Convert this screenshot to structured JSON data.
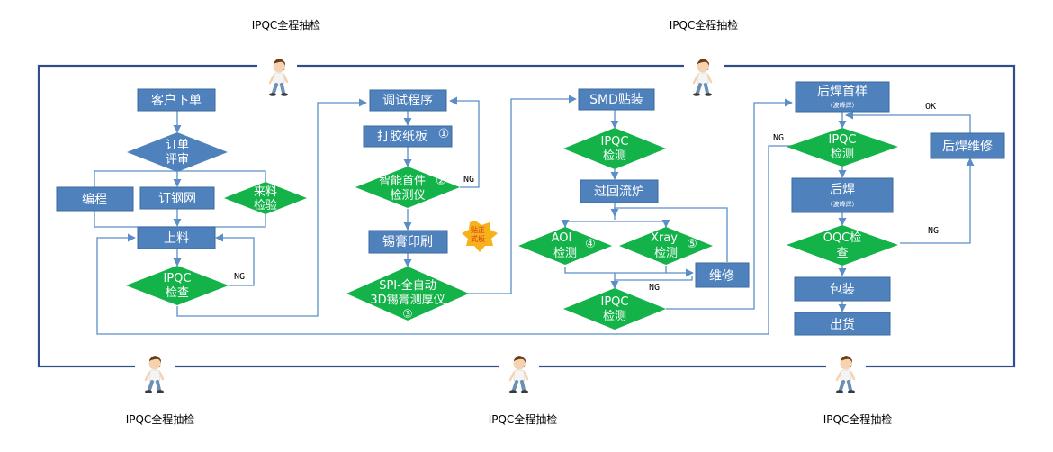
{
  "colors": {
    "box": "#4f81bd",
    "decision": "#14b34a",
    "line": "#5b8ec7",
    "frame": "#2f4e8a",
    "star": "#f7b21b"
  },
  "inspectors": {
    "top_left": "IPQC全程抽检",
    "top_right": "IPQC全程抽检",
    "bottom_left": "IPQC全程抽检",
    "bottom_center": "IPQC全程抽检",
    "bottom_right": "IPQC全程抽检"
  },
  "col1": {
    "order": "客户下单",
    "review_l1": "订单",
    "review_l2": "评审",
    "programming": "编程",
    "stencil": "订钢网",
    "incoming_l1": "来料",
    "incoming_l2": "检验",
    "loading": "上料",
    "ipqc_l1": "IPQC",
    "ipqc_l2": "检查",
    "ng": "NG"
  },
  "col2": {
    "debug": "调试程序",
    "paper": "打胶纸板",
    "paper_num": "①",
    "first_l1": "智能首件",
    "first_num": "②",
    "first_l2": "检测仪",
    "ng": "NG",
    "print": "锡膏印刷",
    "star_l1": "贴正",
    "star_l2": "式板",
    "spi_l1": "SPI-全自动",
    "spi_l2": "3D锡膏测厚仪",
    "spi_num": "③"
  },
  "col3": {
    "smd": "SMD贴装",
    "ipqc_l1": "IPQC",
    "ipqc_l2": "检测",
    "reflow": "过回流炉",
    "aoi_l1": "AOI",
    "aoi_num": "④",
    "aoi_l2": "检测",
    "xray_l1": "Xray",
    "xray_num": "⑤",
    "xray_l2": "检测",
    "repair": "维修",
    "ng": "NG",
    "ipqc2_l1": "IPQC",
    "ipqc2_l2": "检测"
  },
  "col4": {
    "first_sample": "后焊首样",
    "first_sample_sub": "（波峰焊）",
    "ok": "OK",
    "ng_left": "NG",
    "ipqc_l1": "IPQC",
    "ipqc_l2": "检测",
    "rework": "后焊维修",
    "post_weld": "后焊",
    "post_weld_sub": "（波峰焊）",
    "ng_right": "NG",
    "oqc_l1": "OQC检",
    "oqc_l2": "查",
    "pack": "包装",
    "ship": "出货"
  }
}
